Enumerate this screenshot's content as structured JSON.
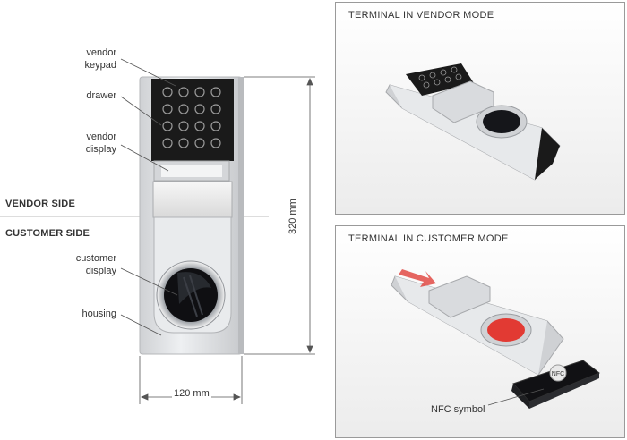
{
  "left": {
    "labels": {
      "vendor_keypad": "vendor\nkeypad",
      "drawer": "drawer",
      "vendor_display": "vendor\ndisplay",
      "customer_display": "customer\ndisplay",
      "housing": "housing"
    },
    "vendor_side": "VENDOR SIDE",
    "customer_side": "CUSTOMER SIDE",
    "height_dim": "320 mm",
    "width_dim": "120 mm"
  },
  "panels": {
    "vendor_mode_title": "TERMINAL IN VENDOR MODE",
    "customer_mode_title": "TERMINAL IN CUSTOMER MODE",
    "nfc_label": "NFC symbol",
    "nfc_badge": "NFC"
  },
  "colors": {
    "keypad": "#1a1a1a",
    "housing": "#e2e3e5",
    "customer_display_active": "#e23a33"
  }
}
